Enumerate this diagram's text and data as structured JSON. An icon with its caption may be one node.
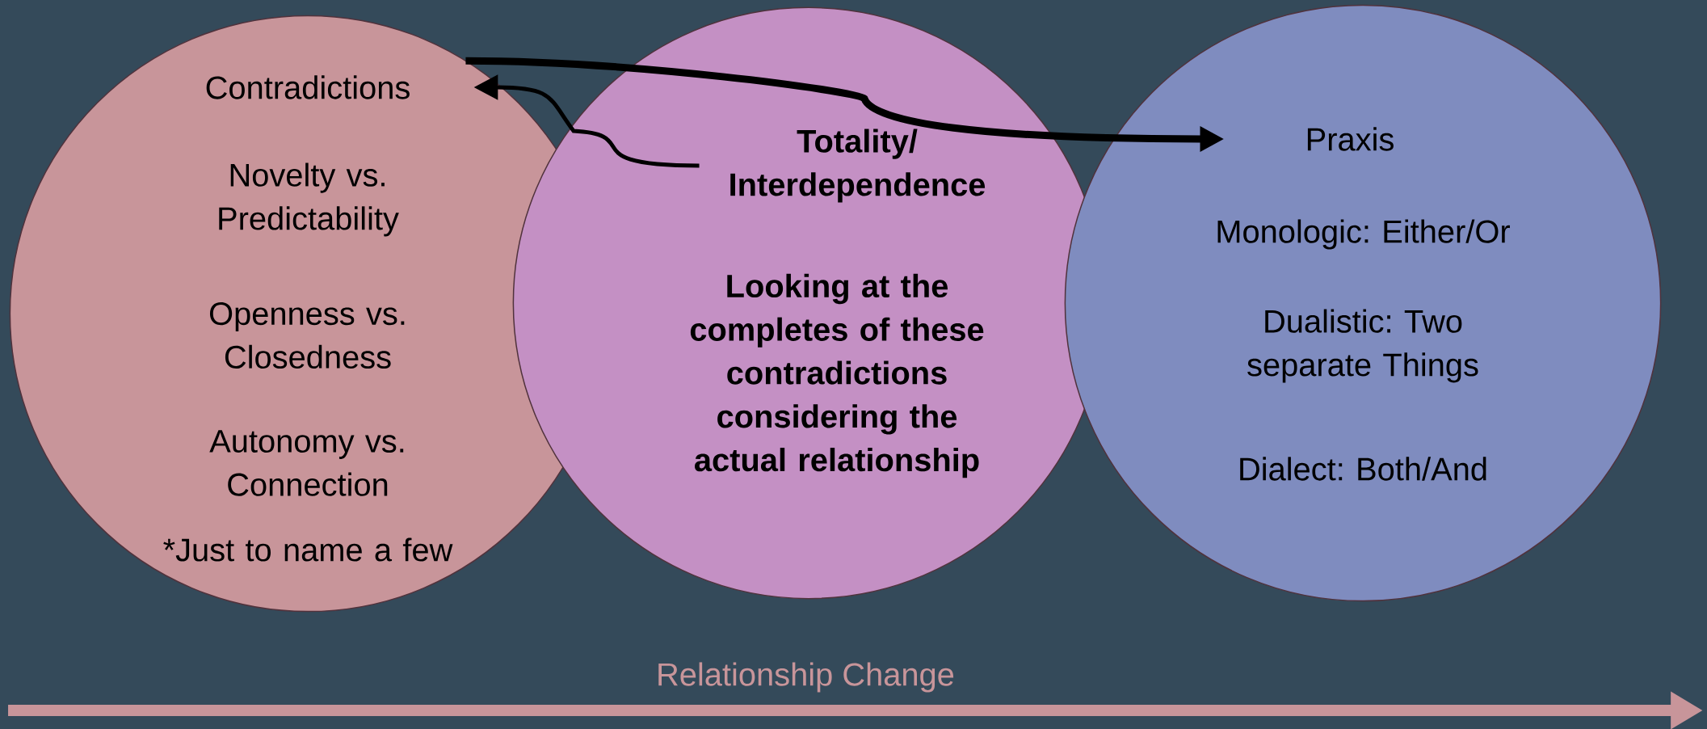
{
  "diagram": {
    "nodes": [
      {
        "text": [
          "Novelty vs. Predictability",
          "Openness vs. Closedness",
          "Autonomy vs. Connection",
          "*Just to name a few"
        ]
      },
      {
        "text": [
          "Contradictions"
        ],
        "in": 0
      },
      {
        "text": [
          "Looking at the completes of these contradictions considering the actual relationship"
        ]
      },
      {
        "text": [
          "Totality/ Interdependence"
        ],
        "in": 2
      },
      {
        "text": [
          "Monologic: Either/Or",
          "Dualistic: Two separate Things",
          "Dialect: Both/And"
        ]
      },
      {
        "text": [
          "Praxis"
        ],
        "in": 4
      }
    ],
    "edges": [
      {
        "from": 3,
        "to": 1,
        "arrow": "to"
      },
      {
        "from": 1,
        "to": 5,
        "arrow": "to",
        "style": "thick"
      }
    ],
    "labels": [
      "Relationship Change"
    ]
  }
}
